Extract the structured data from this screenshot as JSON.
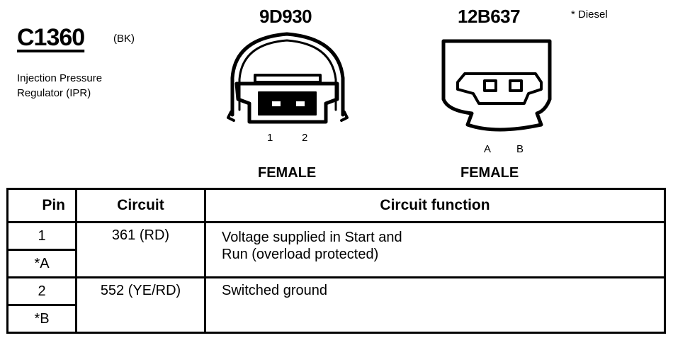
{
  "connector": {
    "id": "C1360",
    "color_code": "(BK)",
    "description_line1": "Injection Pressure",
    "description_line2": "Regulator (IPR)"
  },
  "note": "* Diesel",
  "connector_views": [
    {
      "part_number": "9D930",
      "pins": [
        "1",
        "2"
      ],
      "gender": "FEMALE"
    },
    {
      "part_number": "12B637",
      "pins": [
        "A",
        "B"
      ],
      "gender": "FEMALE"
    }
  ],
  "table": {
    "headers": [
      "Pin",
      "Circuit",
      "Circuit function"
    ],
    "rows": [
      {
        "pins": [
          "1",
          "*A"
        ],
        "circuit": "361 (RD)",
        "function_line1": "Voltage supplied in Start and",
        "function_line2": "Run (overload protected)"
      },
      {
        "pins": [
          "2",
          "*B"
        ],
        "circuit": "552 (YE/RD)",
        "function_line1": "Switched ground"
      }
    ]
  }
}
